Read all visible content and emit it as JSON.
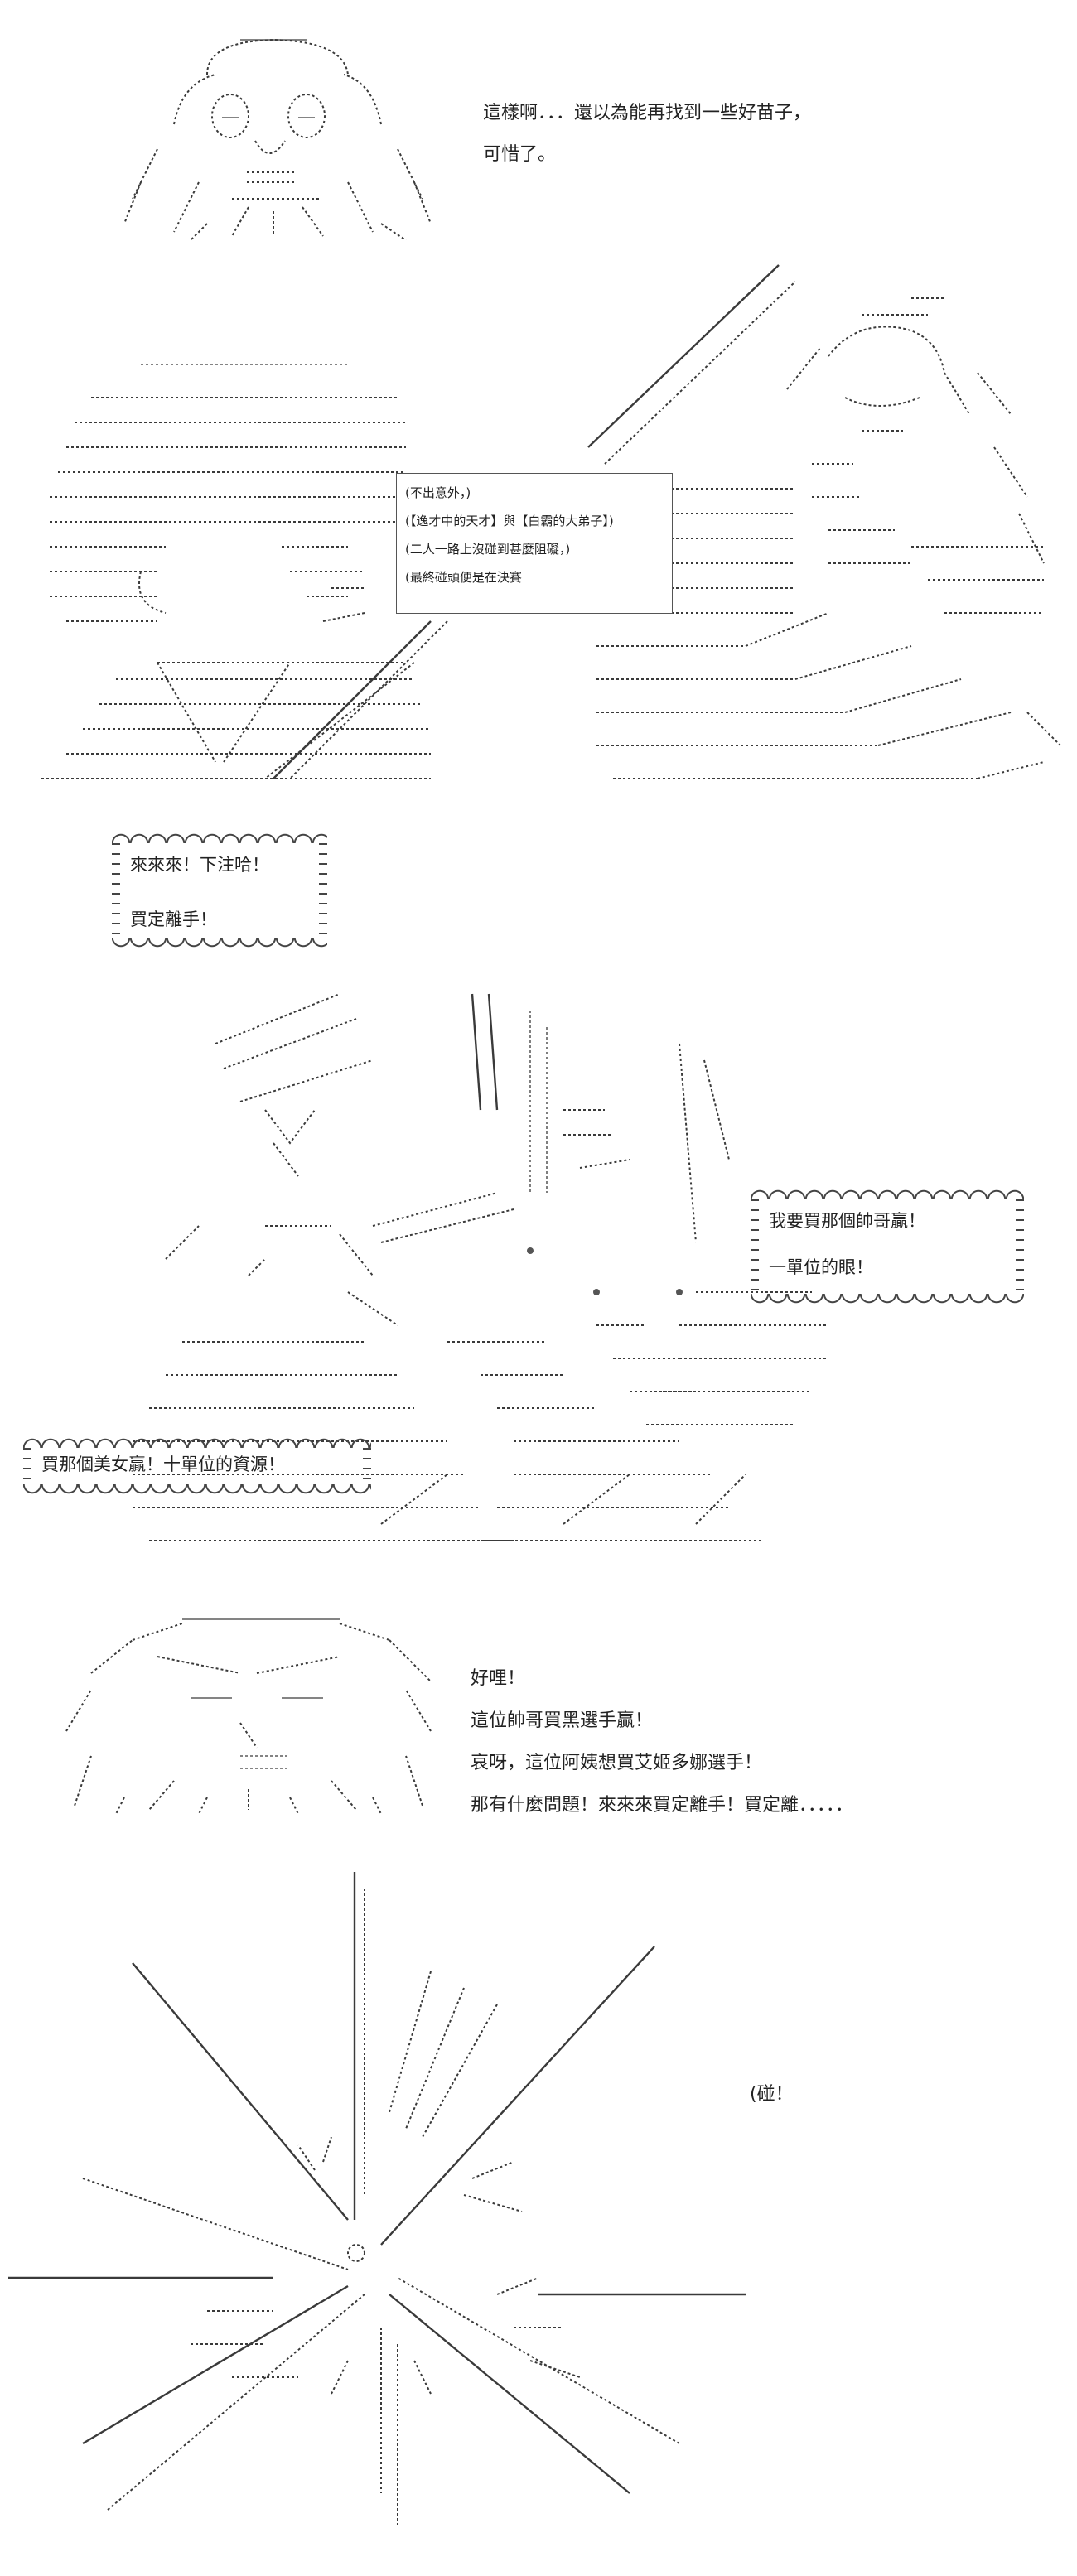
{
  "panel1": {
    "lines": [
      "這樣啊．．．還以為能再找到一些好苗子，",
      "可惜了。"
    ]
  },
  "panel2": {
    "caption": [
      "(不出意外，)",
      "(【逸才中的天才】與【白霸的大弟子】)",
      "(二人一路上沒碰到甚麼阻礙，)",
      "(最終碰頭便是在決賽"
    ]
  },
  "panel3": {
    "bubble": [
      "來來來！下注哈！",
      "買定離手！"
    ]
  },
  "panel4": {
    "bubble_right": [
      "我要買那個帥哥贏！",
      "一單位的眼！"
    ],
    "bubble_left": [
      "買那個美女贏！十單位的資源！"
    ]
  },
  "panel5": {
    "lines": [
      "好哩！",
      "這位帥哥買黑選手贏！",
      "哀呀，這位阿姨想買艾姬多娜選手！",
      "那有什麼問題！來來來買定離手！買定離．．．．．"
    ]
  },
  "panel6": {
    "sfx": "(碰！"
  }
}
